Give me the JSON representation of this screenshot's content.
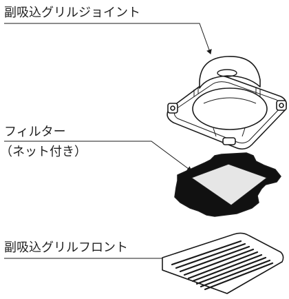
{
  "labels": {
    "joint": "副吸込グリルジョイント",
    "filter_line1": "フィルター",
    "filter_line2": "（ネット付き）",
    "front": "副吸込グリルフロント"
  },
  "colors": {
    "ink": "#1a1a1a",
    "filter_fill": "#e6e6e6",
    "paper": "#ffffff"
  }
}
